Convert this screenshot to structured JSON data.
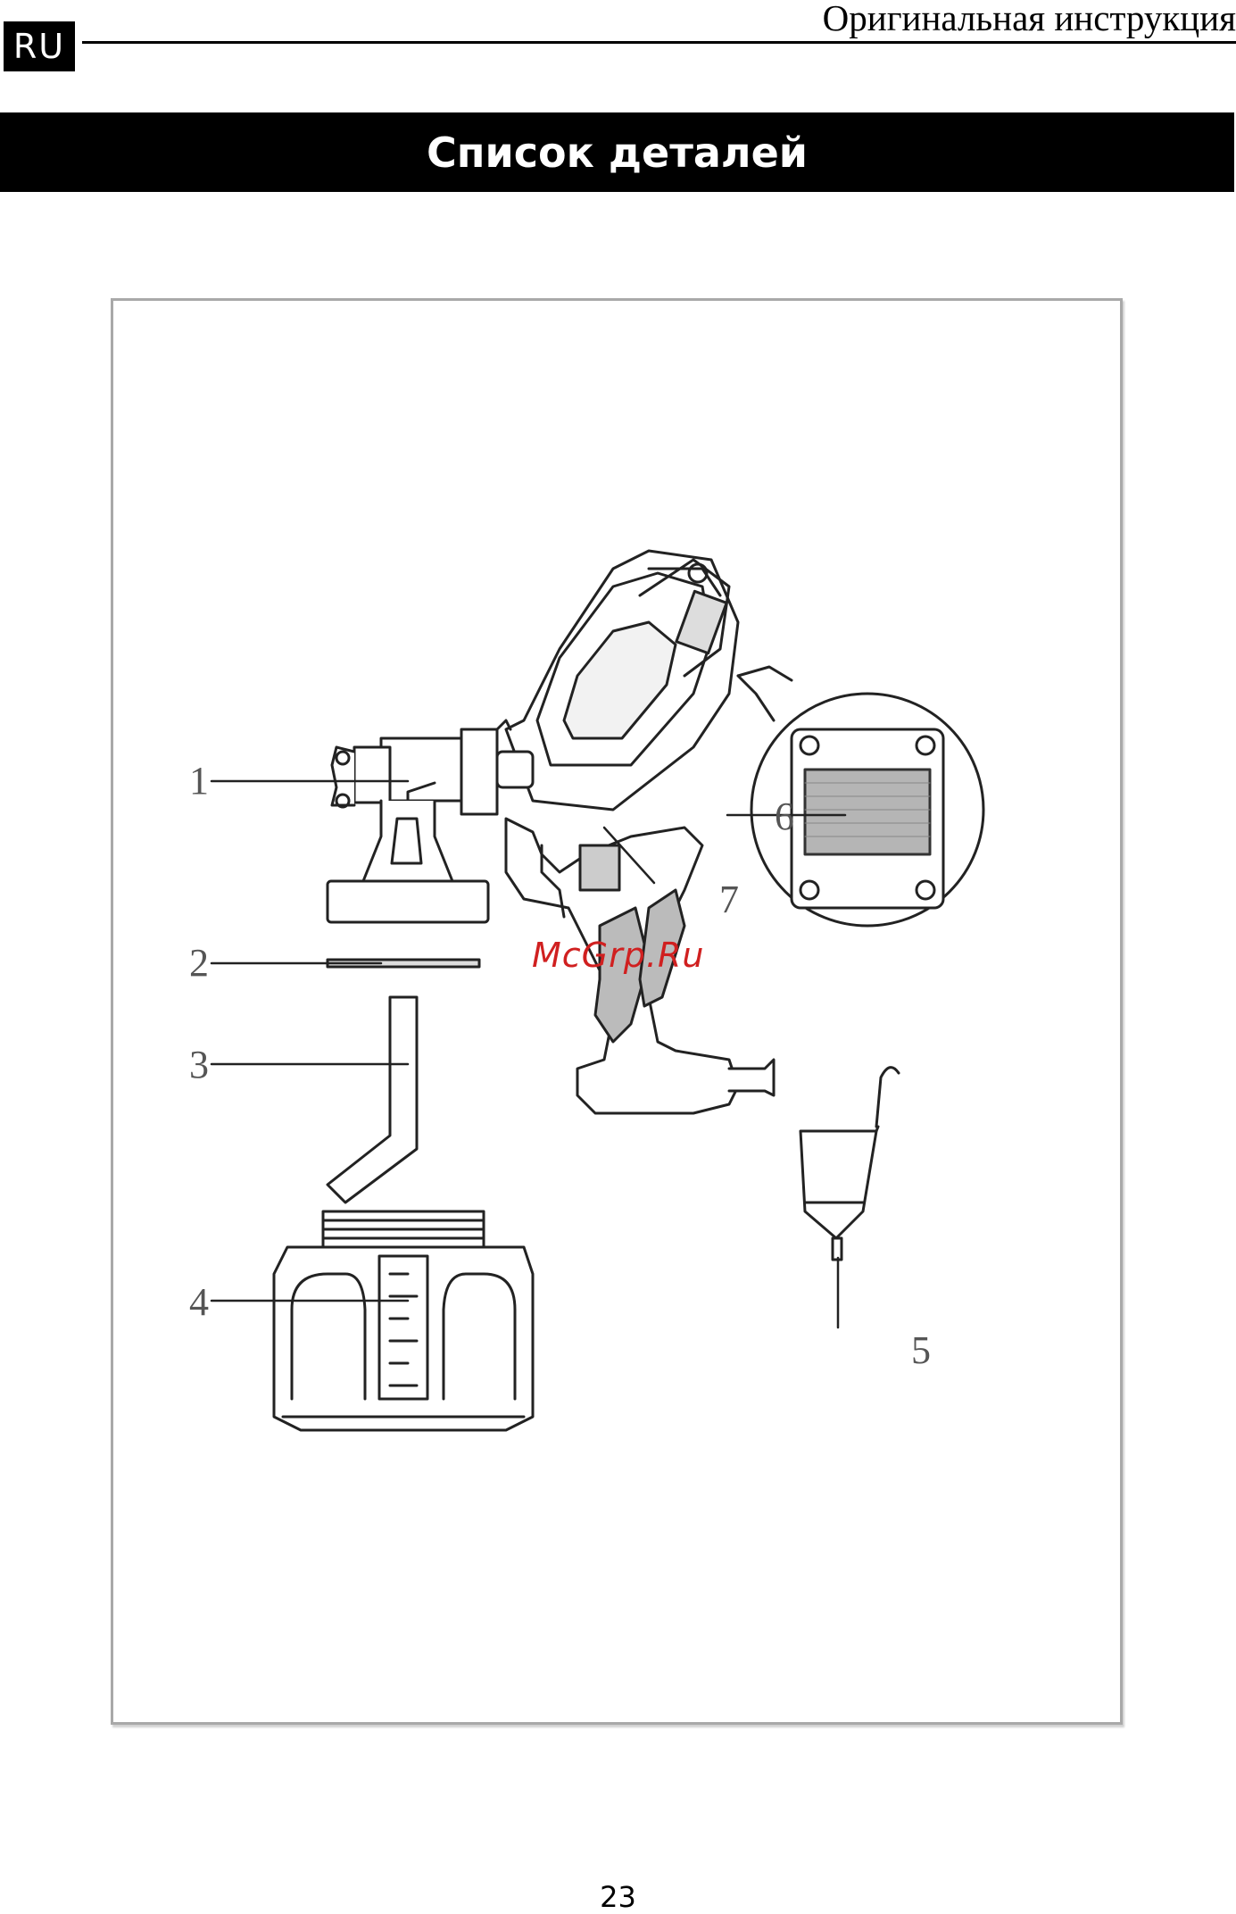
{
  "header": {
    "language_badge": "RU",
    "title": "Оригинальная инструкция"
  },
  "section": {
    "title": "Список деталей"
  },
  "figure": {
    "callouts": [
      "1",
      "2",
      "3",
      "4",
      "5",
      "6",
      "7"
    ],
    "watermark": "McGrp.Ru"
  },
  "footer": {
    "page_number": "23"
  }
}
